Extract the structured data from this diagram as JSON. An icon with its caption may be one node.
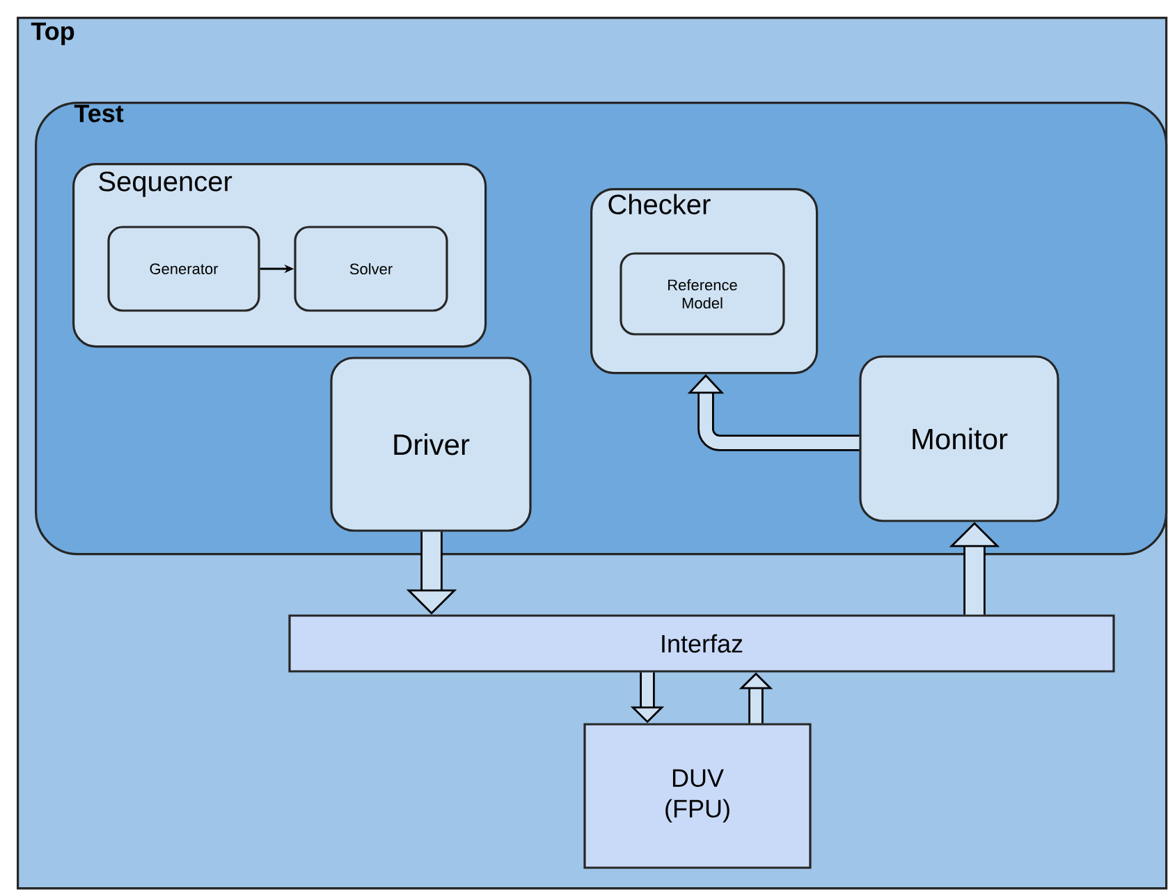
{
  "diagram": {
    "nodes": [
      {
        "text": [
          "Top"
        ]
      },
      {
        "text": [
          "Test"
        ],
        "in": 0
      },
      {
        "text": [
          "Sequencer"
        ],
        "in": 1
      },
      {
        "text": [
          "Generator"
        ],
        "in": 2
      },
      {
        "text": [
          "Solver"
        ],
        "in": 2
      },
      {
        "text": [
          "Driver"
        ],
        "in": 1
      },
      {
        "text": [
          "Checker"
        ],
        "in": 1
      },
      {
        "text": [
          "Reference Model"
        ],
        "in": 6
      },
      {
        "text": [
          "Monitor"
        ],
        "in": 1
      },
      {
        "text": [
          "Interfaz"
        ],
        "in": 0
      },
      {
        "text": [
          "DUV (FPU)"
        ],
        "in": 0
      }
    ],
    "edges": [
      {
        "from": 3,
        "to": 4,
        "arrow": "to"
      },
      {
        "from": 5,
        "to": 9,
        "arrow": "to"
      },
      {
        "from": 8,
        "to": 6,
        "arrow": "to"
      },
      {
        "from": 9,
        "to": 8,
        "arrow": "to"
      },
      {
        "from": 9,
        "to": 10,
        "arrow": "to"
      },
      {
        "from": 10,
        "to": 9,
        "arrow": "to"
      }
    ]
  }
}
